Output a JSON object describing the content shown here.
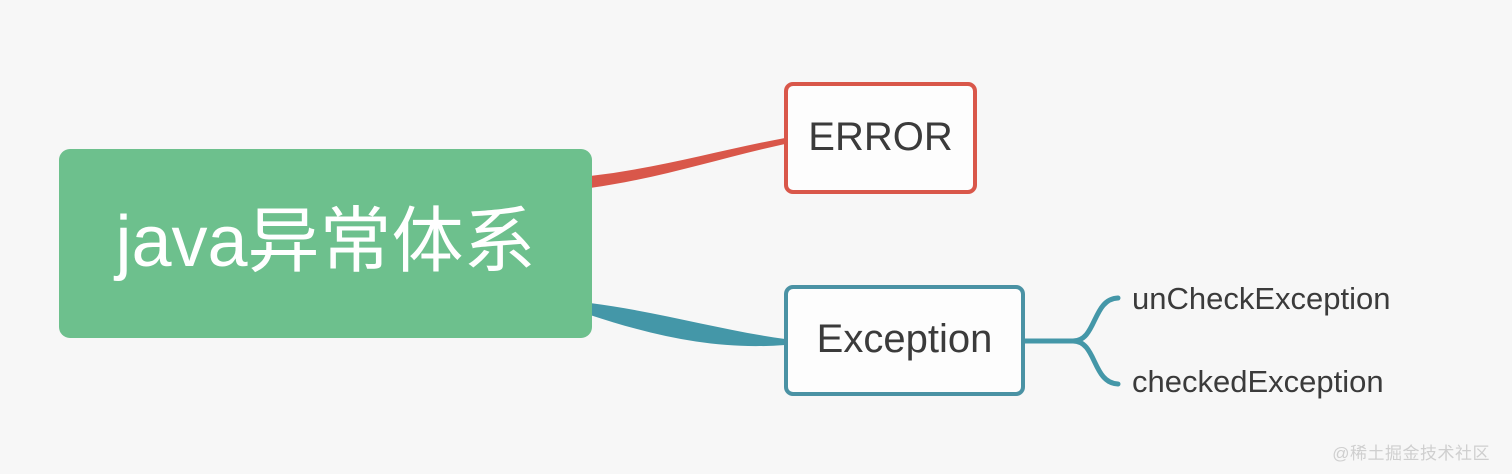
{
  "diagram": {
    "type": "mindmap",
    "background_color": "#f7f7f7",
    "root": {
      "label": "java异常体系",
      "fill_color": "#6dc08d",
      "text_color": "#ffffff"
    },
    "branches": [
      {
        "id": "error",
        "label": "ERROR",
        "border_color": "#d9574a",
        "fill_color": "#fdfdfd",
        "text_color": "#3b3b3b",
        "connector_color": "#d9574a",
        "children": []
      },
      {
        "id": "exception",
        "label": "Exception",
        "border_color": "#4a92a4",
        "fill_color": "#fdfdfd",
        "text_color": "#3b3b3b",
        "connector_color": "#4497a8",
        "children": [
          {
            "id": "unchecked",
            "label": "unCheckException",
            "text_color": "#3b3b3b"
          },
          {
            "id": "checked",
            "label": "checkedException",
            "text_color": "#3b3b3b"
          }
        ]
      }
    ]
  },
  "watermark": {
    "text": "@稀土掘金技术社区",
    "color": "#cfcfcf"
  }
}
